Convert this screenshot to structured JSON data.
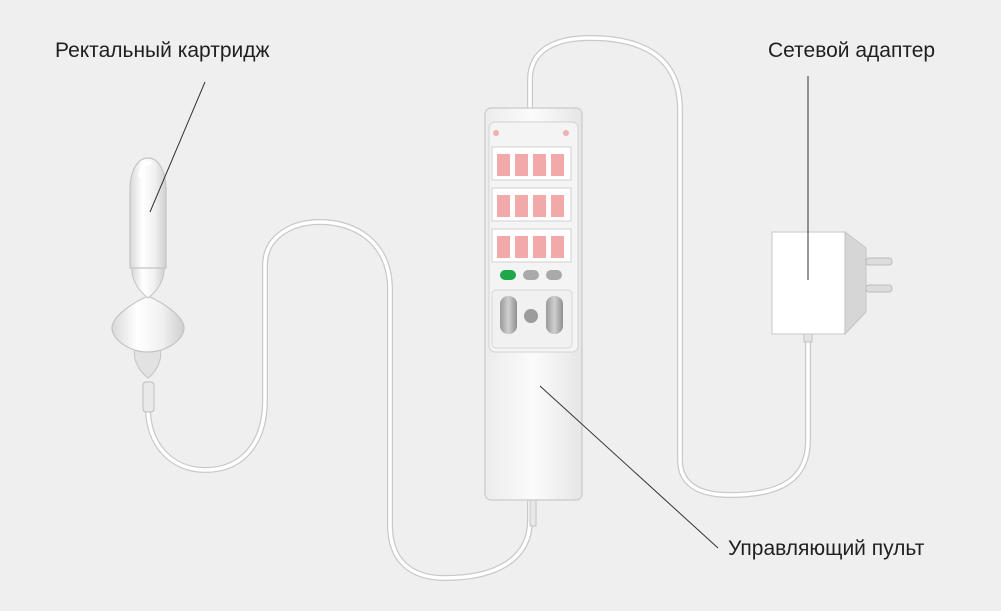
{
  "labels": {
    "rectal_cartridge": "Ректальный картридж",
    "network_adapter": "Сетевой адаптер",
    "control_panel": "Управляющий пульт"
  },
  "colors": {
    "background": "#efefef",
    "device_body": "#f8f8f8",
    "display_segments": "#f2a9a9",
    "indicator_green": "#1fa84a",
    "indicator_grey": "#a9a9a9",
    "cable": "#ffffff"
  },
  "icons": {
    "rectal_cartridge": "rectal-probe-icon",
    "network_adapter": "power-plug-icon",
    "control_panel": "remote-control-icon"
  }
}
